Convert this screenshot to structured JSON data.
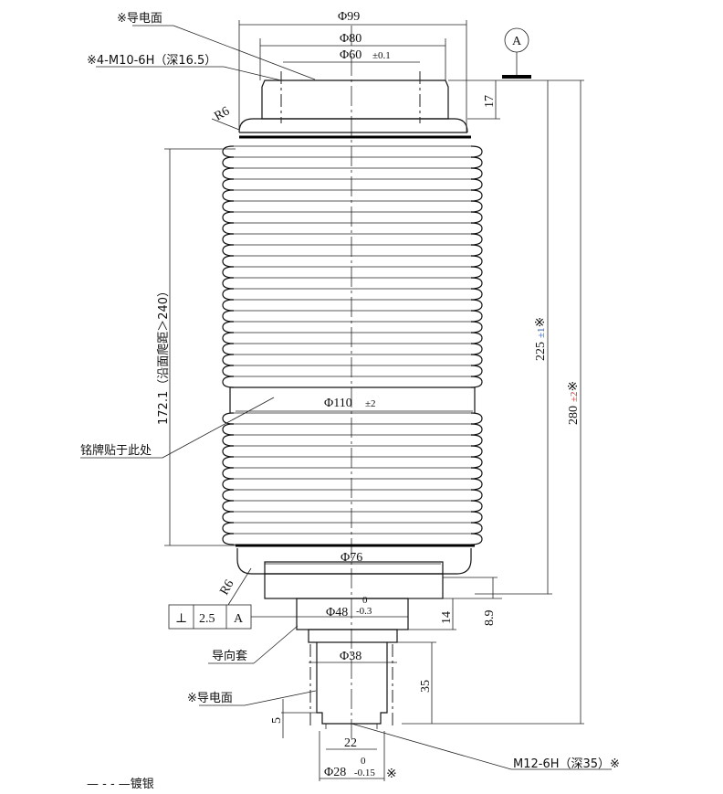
{
  "labels": {
    "conductive_surface_top": "※导电面",
    "thread_top": "※4-M10-6H（深16.5）",
    "r6_top": "R6",
    "r6_bottom": "R6",
    "creepage": "172.1（沿面爬距＞240）",
    "nameplate": "铭牌贴于此处",
    "guide_sleeve": "导向套",
    "conductive_surface_bottom": "※导电面",
    "thread_bottom": "M12-6H（深35）※",
    "legend": "— - - —镀银",
    "datum": "A"
  },
  "dimensions": {
    "d99": "Φ99",
    "d80": "Φ80",
    "d60": "Φ60",
    "d60_tol": "±0.1",
    "d110": "Φ110",
    "d110_tol": "±2",
    "d76": "Φ76",
    "d48": "Φ48",
    "d48_tol_upper": "0",
    "d48_tol_lower": "-0.3",
    "d38": "Φ38",
    "d28": "Φ28",
    "d28_tol_upper": "0",
    "d28_tol_lower": "-0.15",
    "d28_mark": "※",
    "h17": "17",
    "h225": "225",
    "h225_tol": "±1",
    "h225_mark": "※",
    "h280": "280",
    "h280_tol": "±2",
    "h280_mark": "※",
    "h8_9": "8.9",
    "h14": "14",
    "h35": "35",
    "h5": "5",
    "w22": "22"
  },
  "tolerance_frame": {
    "symbol": "⊥",
    "value": "2.5",
    "datum": "A"
  }
}
